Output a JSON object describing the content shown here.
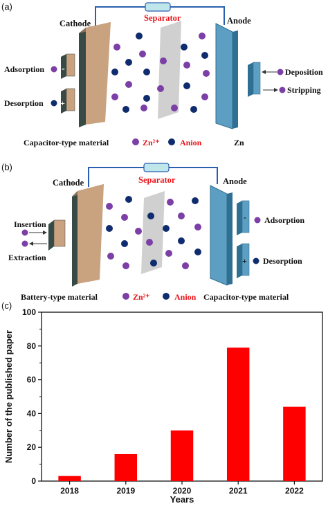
{
  "panel_a": {
    "tag": "(a)",
    "cathode": "Cathode",
    "separator": "Separator",
    "anode": "Anode",
    "adsorption": "Adsorption",
    "desorption": "Desorption",
    "deposition": "Deposition",
    "stripping": "Stripping",
    "minus_sign": "-",
    "plus_sign": "+",
    "cathode_material": "Capacitor-type material",
    "zn_ion": "Zn²⁺",
    "anion": "Anion",
    "anode_material": "Zn"
  },
  "panel_b": {
    "tag": "(b)",
    "cathode": "Cathode",
    "separator": "Separator",
    "anode": "Anode",
    "insertion": "Insertion",
    "extraction": "Extraction",
    "adsorption": "Adsorption",
    "desorption": "Desorption",
    "minus_sign": "-",
    "plus_sign": "+",
    "cathode_material": "Battery-type material",
    "zn_ion": "Zn²⁺",
    "anion": "Anion",
    "anode_material": "Capacitor-type material"
  },
  "colors": {
    "cation": "#7b3fa6",
    "anion": "#0f2c6e",
    "cathode_face": "#c9a27f",
    "anode_face": "#5d9fc2",
    "separator": "#c8c8c8",
    "wire": "#2a5fb0",
    "bar": "#ff0000",
    "label_red": "#e8141a"
  },
  "chart_data": {
    "type": "bar",
    "tag": "(c)",
    "categories": [
      "2018",
      "2019",
      "2020",
      "2021",
      "2022"
    ],
    "values": [
      3,
      16,
      30,
      79,
      44
    ],
    "xlabel": "Years",
    "ylabel": "Number of the published paper",
    "ylim": [
      0,
      100
    ],
    "yticks": [
      0,
      20,
      40,
      60,
      80,
      100
    ],
    "grid": false,
    "legend": "none"
  }
}
